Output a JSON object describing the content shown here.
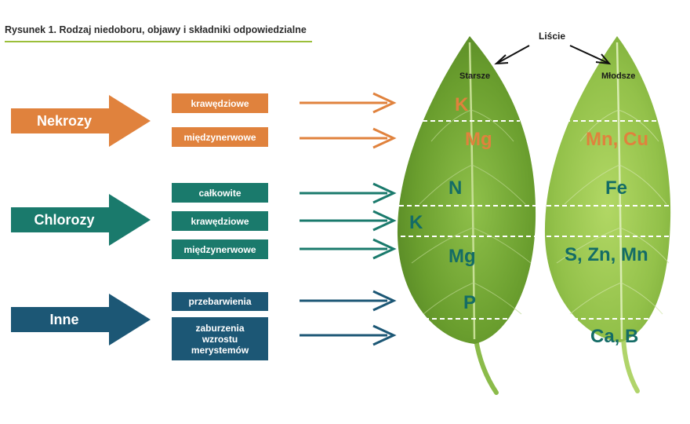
{
  "title": "Rysunek 1. Rodzaj niedoboru, objawy i składniki odpowiedzialne",
  "colors": {
    "orange": "#e0823d",
    "teal": "#1a7a6c",
    "navy": "#1c5775",
    "leaf_green": "#8cc63f",
    "accent_rule": "#9bbf3a"
  },
  "categories": [
    {
      "label": "Nekrozy",
      "symptoms": [
        "krawędziowe",
        "międzynerwowe"
      ]
    },
    {
      "label": "Chlorozy",
      "symptoms": [
        "całkowite",
        "krawędziowe",
        "międzynerwowe"
      ]
    },
    {
      "label": "Inne",
      "symptoms": [
        "przebarwienia",
        "zaburzenia wzrostu merystemów"
      ]
    }
  ],
  "leaves": {
    "caption": "Liście",
    "older": {
      "label": "Starsze",
      "elements": [
        "K",
        "Mg",
        "N",
        "K",
        "Mg",
        "P"
      ]
    },
    "younger": {
      "label": "Młodsze",
      "elements": [
        "Mn, Cu",
        "Fe",
        "S, Zn, Mn",
        "Ca, B"
      ]
    }
  },
  "icons": [
    "arrow-right-icon",
    "leaf-icon"
  ]
}
